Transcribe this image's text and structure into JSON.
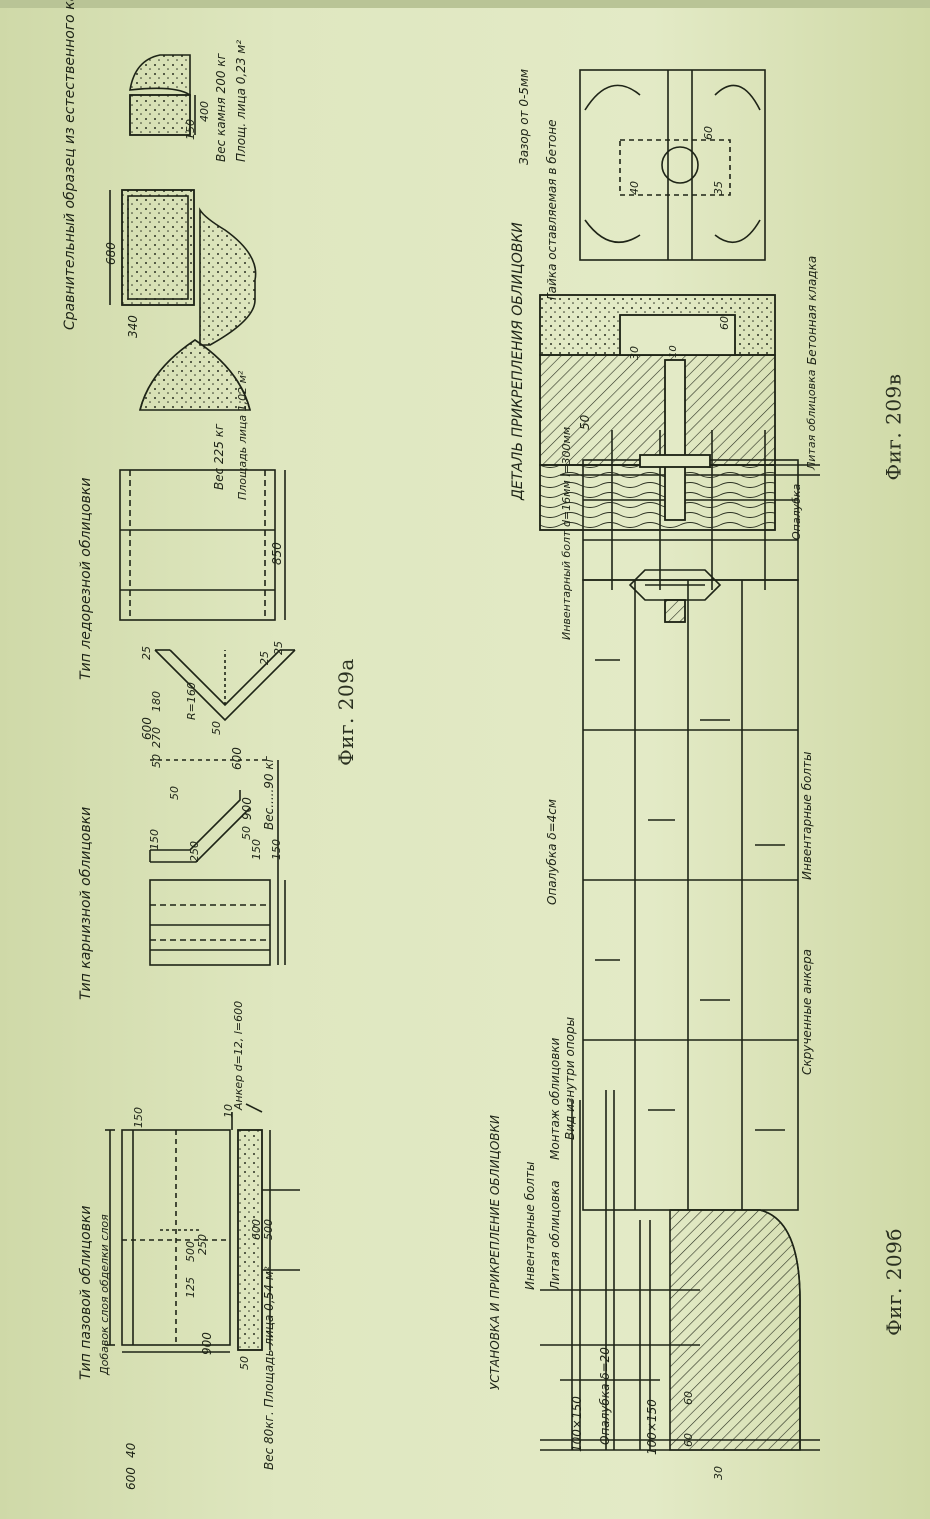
{
  "figures": {
    "fig_a": {
      "caption": "Фиг. 209а",
      "block1": {
        "title": "Тип пазовой облицовки",
        "note": "Добавок слоя обделки слоя",
        "d1": "600",
        "d2": "40",
        "d3": "900",
        "d4": "125",
        "d5": "500",
        "d6": "250",
        "d7": "150",
        "d8": "600",
        "d9": "500",
        "d10": "10",
        "d11": "50",
        "anchor": "Анкер d=12, l=600",
        "weight": "Вес 80кг. Площадь лица 0,54 м²"
      },
      "block2": {
        "title": "Тип карнизной облицовки",
        "d1": "150",
        "d2": "50",
        "d3": "250",
        "d4": "150",
        "d5": "150",
        "d6": "50",
        "d7": "50",
        "d8": "270",
        "d9": "180",
        "d10": "900",
        "weight": "Вес.....90 кг"
      },
      "block3": {
        "title": "Тип ледорезной облицовки",
        "d1": "600",
        "d2": "25",
        "d3": "R=160",
        "d4": "50",
        "d5": "600",
        "d6": "25",
        "d7": "25",
        "d8": "850",
        "weight": "Вес 225 кг",
        "area": "Площадь лица 1,02 м²"
      },
      "block4": {
        "title": "Сравнительный образец из естественного камня",
        "d1": "680",
        "d2": "340",
        "d3": "400",
        "d4": "150",
        "weight": "Вес камня 200 кг",
        "area": "Площ. лица 0,23 м²"
      }
    },
    "fig_b": {
      "caption": "Фиг. 209б",
      "title": "УСТАНОВКА И ПРИКРЕПЛЕНИЕ ОБЛИЦОВКИ",
      "subtitle1": "Монтаж облицовки",
      "subtitle2": "Вид изнутри опоры",
      "l1": "Инвентарные болты",
      "l2": "Литая облицовка",
      "l3": "Опалубка δ=20",
      "l4": "100×150",
      "l5": "100×150",
      "l6": "60",
      "l7": "60",
      "l8": "30",
      "l9": "Опалубка δ=4см",
      "l10": "Инвентарные болты",
      "l11": "Скрученные анкера"
    },
    "fig_c": {
      "caption": "Фиг. 209в",
      "title": "ДЕТАЛЬ ПРИКРЕПЛЕНИЯ ОБЛИЦОВКИ",
      "l1": "Гайка оставляемая в бетоне",
      "l2": "Зазор от 0-5мм",
      "l3": "Инвентарный болт d=16мм l=300мм",
      "l4": "Опалубка",
      "l5": "Литая облицовка",
      "l6": "Бетонная кладка",
      "d1": "50",
      "d2": "30",
      "d3": "60",
      "d4": "40",
      "d5": "35",
      "d6": "60",
      "d7": "10"
    }
  }
}
